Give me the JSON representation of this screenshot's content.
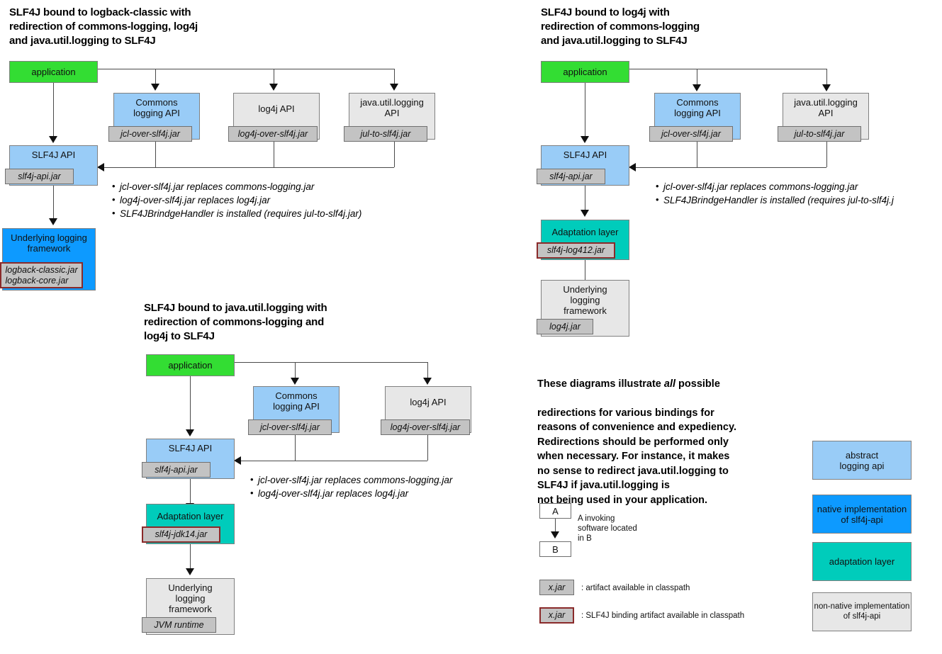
{
  "diagram1": {
    "title": "SLF4J bound to logback-classic with\nredirection of commons-logging, log4j\nand java.util.logging to SLF4J",
    "application": "application",
    "commons_api": "Commons\nlogging API",
    "commons_jar": "jcl-over-slf4j.jar",
    "log4j_api": "log4j API",
    "log4j_jar": "log4j-over-slf4j.jar",
    "jul_api": "java.util.logging\nAPI",
    "jul_jar": "jul-to-slf4j.jar",
    "slf4j_api": "SLF4J API",
    "slf4j_jar": "slf4j-api.jar",
    "underlying": "Underlying logging\nframework",
    "underlying_jar": "logback-classic.jar\nlogback-core.jar",
    "notes": [
      "jcl-over-slf4j.jar replaces commons-logging.jar",
      "log4j-over-slf4j.jar replaces log4j.jar",
      "SLF4JBrindgeHandler is installed (requires jul-to-slf4j.jar)"
    ]
  },
  "diagram2": {
    "title": "SLF4J bound to log4j with\nredirection of commons-logging\nand java.util.logging to SLF4J",
    "application": "application",
    "commons_api": "Commons\nlogging API",
    "commons_jar": "jcl-over-slf4j.jar",
    "jul_api": "java.util.logging\nAPI",
    "jul_jar": "jul-to-slf4j.jar",
    "slf4j_api": "SLF4J API",
    "slf4j_jar": "slf4j-api.jar",
    "adaptation": "Adaptation layer",
    "adaptation_jar": "slf4j-log412.jar",
    "underlying": "Underlying\nlogging\nframework",
    "underlying_jar": "log4j.jar",
    "notes": [
      "jcl-over-slf4j.jar replaces commons-logging.jar",
      "SLF4JBrindgeHandler is installed (requires jul-to-slf4j.j"
    ]
  },
  "diagram3": {
    "title": "SLF4J bound to java.util.logging with\nredirection of commons-logging and\nlog4j to SLF4J",
    "application": "application",
    "commons_api": "Commons\nlogging API",
    "commons_jar": "jcl-over-slf4j.jar",
    "log4j_api": "log4j API",
    "log4j_jar": "log4j-over-slf4j.jar",
    "slf4j_api": "SLF4J API",
    "slf4j_jar": "slf4j-api.jar",
    "adaptation": "Adaptation layer",
    "adaptation_jar": "slf4j-jdk14.jar",
    "underlying": "Underlying\nlogging\nframework",
    "underlying_jar": "JVM runtime",
    "notes": [
      "jcl-over-slf4j.jar replaces commons-logging.jar",
      "log4j-over-slf4j.jar replaces log4j.jar"
    ]
  },
  "paragraph": {
    "line1_a": "These diagrams illustrate ",
    "line1_em": "all",
    "line1_b": " possible",
    "rest": "redirections for various bindings for\nreasons of convenience and expediency.\nRedirections should be performed only\nwhen necessary. For instance, it makes\nno sense to redirect java.util.logging to\nSLF4J if java.util.logging is\nnot being used in your application."
  },
  "legend": {
    "box_a": "A",
    "box_b": "B",
    "ab_desc": "A invoking\nsoftware located\nin B",
    "jar_plain": "x.jar",
    "jar_plain_desc": ": artifact available in classpath",
    "jar_binding": "x.jar",
    "jar_binding_desc": ": SLF4J binding artifact available in classpath",
    "swatches": [
      {
        "label": "abstract\nlogging api",
        "color": "#99ccf7"
      },
      {
        "label": "native implementation\nof slf4j-api",
        "color": "#0d9aff"
      },
      {
        "label": "adaptation layer",
        "color": "#00ccbb"
      },
      {
        "label": "non-native implementation\nof slf4j-api",
        "color": "#e7e7e7"
      }
    ]
  },
  "colors": {
    "application_green": "#33dd33",
    "abstract_blue": "#99ccf7",
    "native_blue": "#0d9aff",
    "adaptation_teal": "#00ccbb",
    "nonnative_grey": "#e7e7e7",
    "jar_grey": "#c3c3c3",
    "binding_border": "#8a2a2a"
  }
}
